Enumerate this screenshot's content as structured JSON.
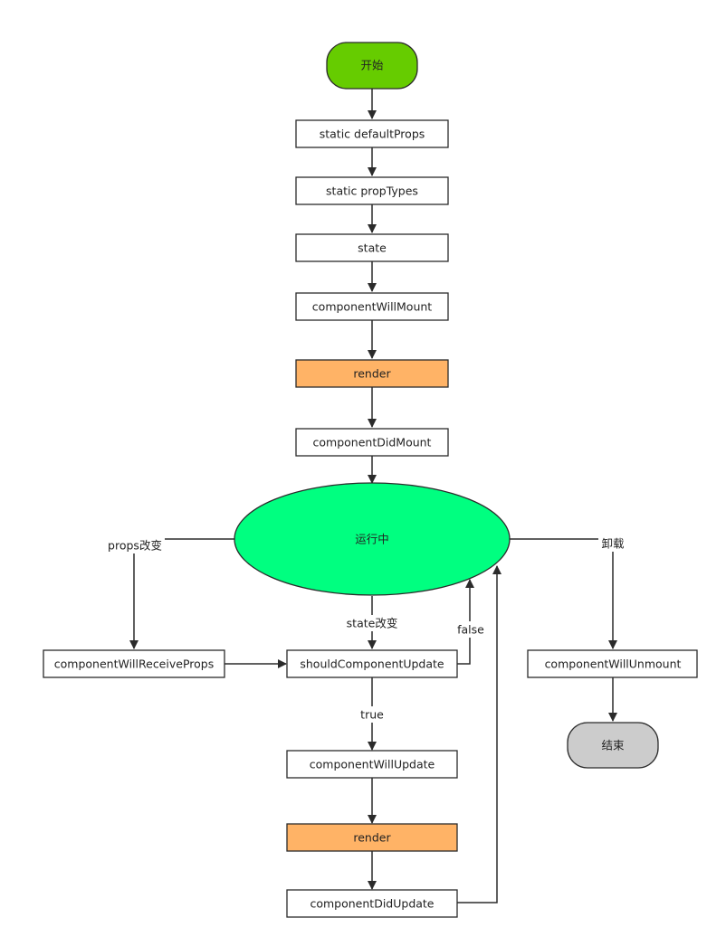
{
  "nodes": {
    "start": {
      "label": "开始",
      "color": "#66cc00"
    },
    "default_props": {
      "label": "static defaultProps",
      "color": "#ffffff"
    },
    "prop_types": {
      "label": "static propTypes",
      "color": "#ffffff"
    },
    "state": {
      "label": "state",
      "color": "#ffffff"
    },
    "will_mount": {
      "label": "componentWillMount",
      "color": "#ffffff"
    },
    "render_mount": {
      "label": "render",
      "color": "#ffb366"
    },
    "did_mount": {
      "label": "componentDidMount",
      "color": "#ffffff"
    },
    "running": {
      "label": "运行中",
      "color": "#00ff80"
    },
    "will_receive_props": {
      "label": "componentWillReceiveProps",
      "color": "#ffffff"
    },
    "should_update": {
      "label": "shouldComponentUpdate",
      "color": "#ffffff"
    },
    "will_update": {
      "label": "componentWillUpdate",
      "color": "#ffffff"
    },
    "render_update": {
      "label": "render",
      "color": "#ffb366"
    },
    "did_update": {
      "label": "componentDidUpdate",
      "color": "#ffffff"
    },
    "will_unmount": {
      "label": "componentWillUnmount",
      "color": "#ffffff"
    },
    "end": {
      "label": "结束",
      "color": "#cccccc"
    }
  },
  "edge_labels": {
    "props_change": "props改变",
    "state_change": "state改变",
    "unmount": "卸载",
    "false_label": "false",
    "true_label": "true"
  }
}
